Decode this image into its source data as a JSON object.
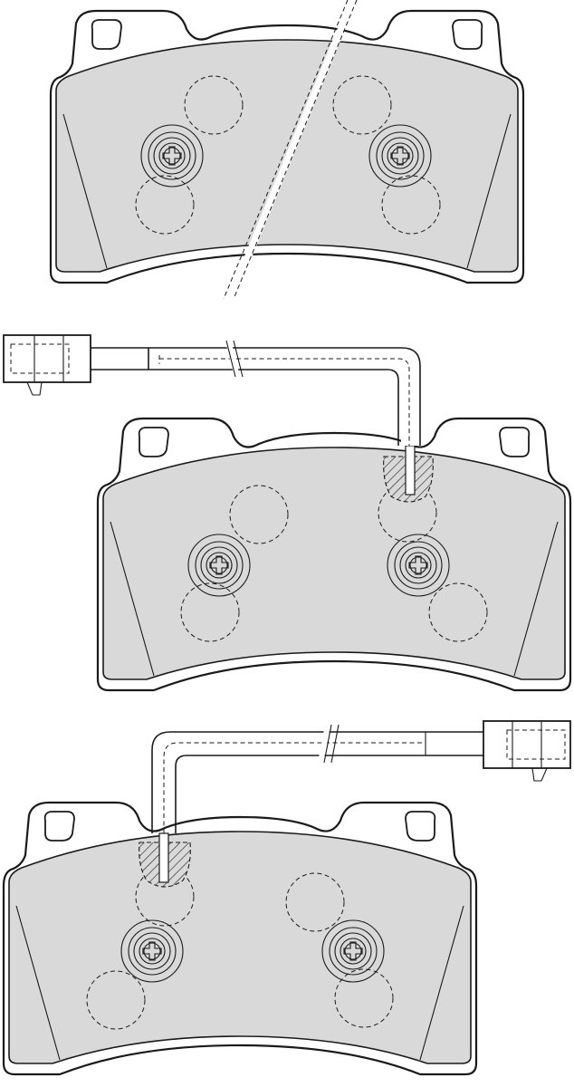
{
  "drawing": {
    "subject": "brake-pad-set",
    "pads": [
      {
        "id": "pad-top",
        "has_sensor": false,
        "sensor_side": ""
      },
      {
        "id": "pad-middle",
        "has_sensor": true,
        "sensor_side": "left"
      },
      {
        "id": "pad-bottom",
        "has_sensor": true,
        "sensor_side": "right"
      }
    ],
    "colors": {
      "friction_material": "#d9d9d9",
      "backing_plate": "#ffffff",
      "line": "#1a1a1a"
    }
  }
}
